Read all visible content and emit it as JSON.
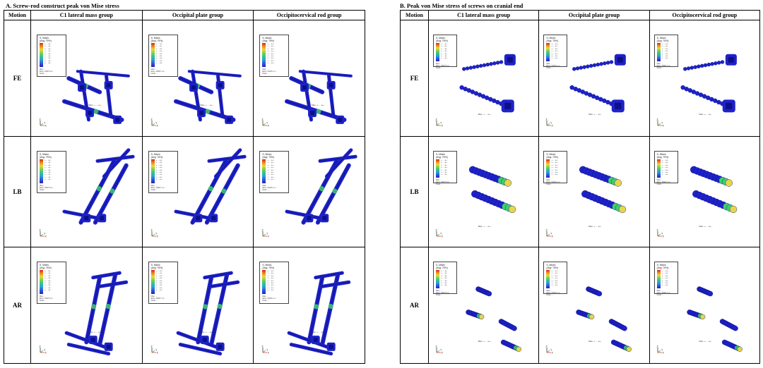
{
  "panel_a": {
    "title": "A.  Screw-rod construct peak von Mise stress",
    "headers": [
      "Motion",
      "C1 lateral mass group",
      "Occipital plate group",
      "Occipitocervical rod group"
    ],
    "rows": [
      "FE",
      "LB",
      "AR"
    ]
  },
  "panel_b": {
    "title": "B.  Peak von Mise stress of screws on cranial end",
    "headers": [
      "Motion",
      "C1 lateral mass group",
      "Occipital plate group",
      "Occipitocervical rod group"
    ],
    "rows": [
      "FE",
      "LB",
      "AR"
    ]
  },
  "legend": {
    "title": "S, Mises\n(Avg: 75%)",
    "foot": "Max: ...\nElem: PART-1-1...\nNode: ..."
  },
  "axis": {
    "z": "Z",
    "x": "X",
    "y": "Y"
  },
  "colors": {
    "mesh": "#1e22c8",
    "mesh_dark": "#0c0f86",
    "hot_green": "#3fd06a",
    "hot_yellow": "#e7d54a"
  }
}
